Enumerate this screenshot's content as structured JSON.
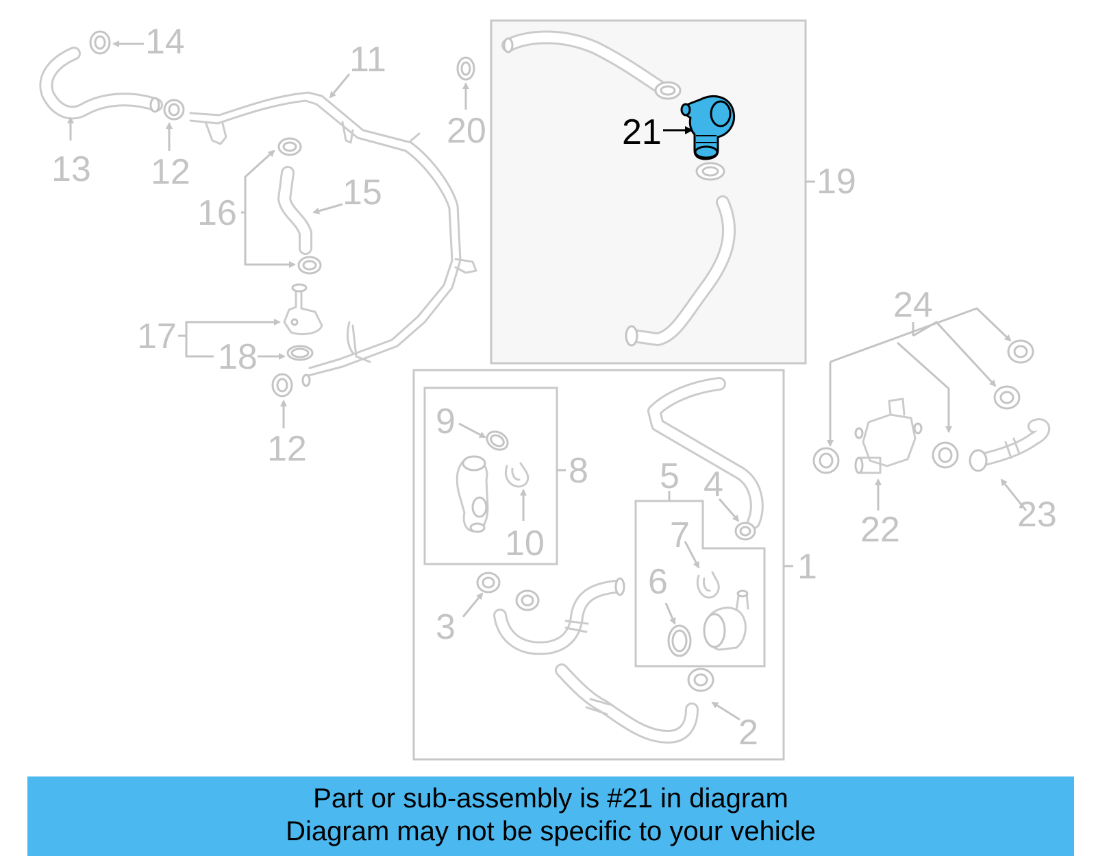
{
  "diagram": {
    "highlighted_part": "21",
    "highlight_color": "#3db5e8",
    "label_color": "#c4c4c4",
    "labels": {
      "l1": "1",
      "l2": "2",
      "l3": "3",
      "l4": "4",
      "l5": "5",
      "l6": "6",
      "l7": "7",
      "l8": "8",
      "l9": "9",
      "l10": "10",
      "l11": "11",
      "l12a": "12",
      "l12b": "12",
      "l13": "13",
      "l14": "14",
      "l15": "15",
      "l16": "16",
      "l17": "17",
      "l18": "18",
      "l19": "19",
      "l20": "20",
      "l21": "21",
      "l22": "22",
      "l23": "23",
      "l24": "24"
    }
  },
  "banner": {
    "color": "#4cb8f0",
    "line1": "Part or sub-assembly is #21 in diagram",
    "line2": "Diagram may not be specific to your vehicle"
  }
}
